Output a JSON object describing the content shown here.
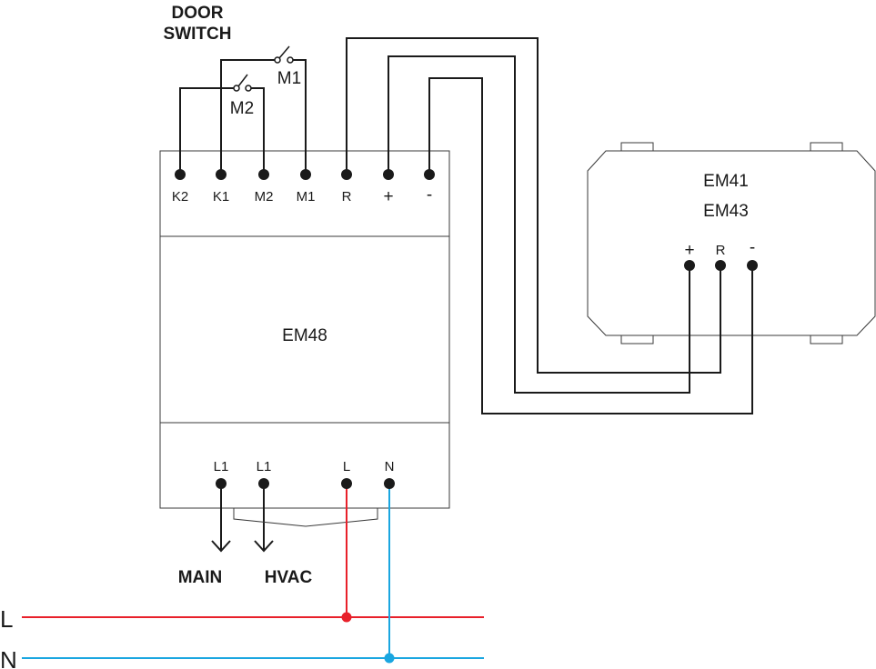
{
  "door_switch": {
    "line1": "DOOR",
    "line2": "SWITCH"
  },
  "switches": {
    "m1": "M1",
    "m2": "M2"
  },
  "em48": {
    "title": "EM48",
    "top_terminals": [
      "K2",
      "K1",
      "M2",
      "M1",
      "R",
      "+",
      "-"
    ],
    "bottom_terminals": [
      "L1",
      "L1",
      "L",
      "N"
    ]
  },
  "em4x": {
    "title1": "EM41",
    "title2": "EM43",
    "terminals": [
      "+",
      "R",
      "-"
    ]
  },
  "outputs": {
    "main": "MAIN",
    "hvac": "HVAC"
  },
  "supply": {
    "line": "L",
    "neutral": "N"
  },
  "colors": {
    "line": "#e8202a",
    "neutral": "#1aa6e0",
    "wire": "#1a1a1a",
    "outline": "#3a3a3a"
  }
}
